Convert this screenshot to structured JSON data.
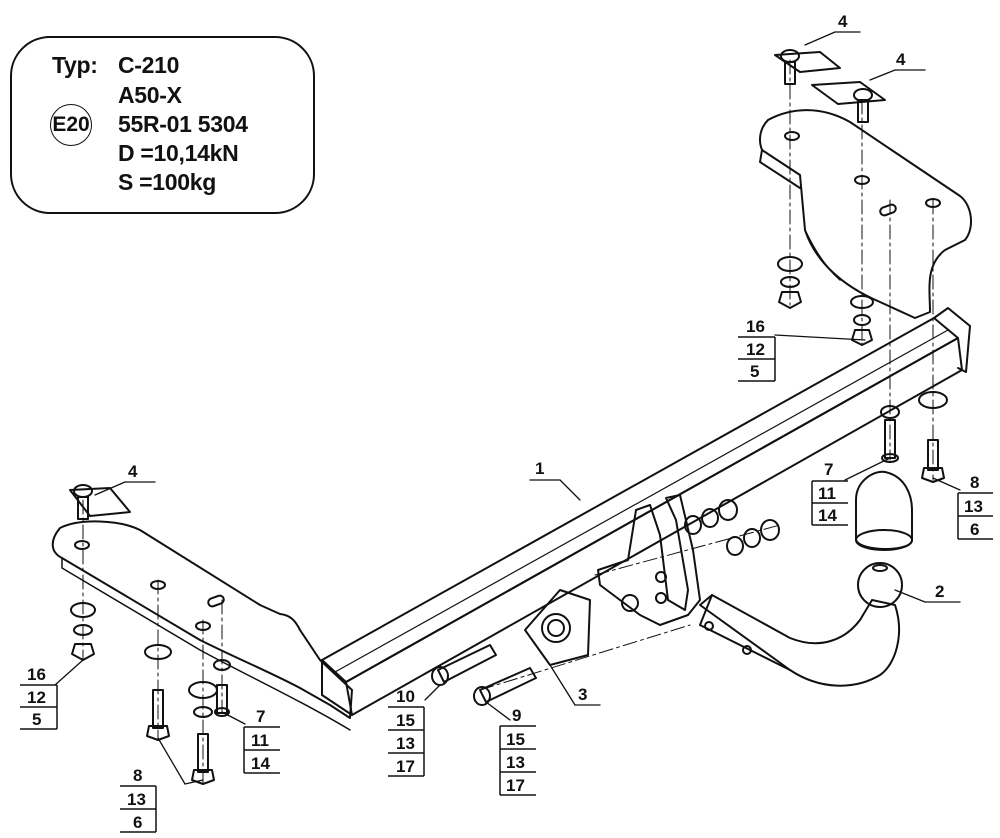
{
  "info": {
    "typ_label": "Typ:",
    "typ_value": "C-210",
    "variant": "A50-X",
    "approval_mark": "E20",
    "approval_number": "55R-01 5304",
    "d_value": "D =10,14kN",
    "s_value": "S =100kg"
  },
  "callouts": [
    {
      "id": "ref-4a",
      "labels": [
        "4"
      ]
    },
    {
      "id": "ref-4b",
      "labels": [
        "4"
      ]
    },
    {
      "id": "ref-4c",
      "labels": [
        "4"
      ]
    },
    {
      "id": "ref-1",
      "labels": [
        "1"
      ]
    },
    {
      "id": "ref-2",
      "labels": [
        "2"
      ]
    },
    {
      "id": "ref-3",
      "labels": [
        "3"
      ]
    },
    {
      "id": "stack-16-12-5-right",
      "labels": [
        "16",
        "12",
        "5"
      ]
    },
    {
      "id": "stack-16-12-5-left",
      "labels": [
        "16",
        "12",
        "5"
      ]
    },
    {
      "id": "stack-7-11-14-right",
      "labels": [
        "7",
        "11",
        "14"
      ]
    },
    {
      "id": "stack-7-11-14-left",
      "labels": [
        "7",
        "11",
        "14"
      ]
    },
    {
      "id": "stack-8-13-6-right",
      "labels": [
        "8",
        "13",
        "6"
      ]
    },
    {
      "id": "stack-8-13-6-left",
      "labels": [
        "8",
        "13",
        "6"
      ]
    },
    {
      "id": "stack-10-15-13-17",
      "labels": [
        "10",
        "15",
        "13",
        "17"
      ]
    },
    {
      "id": "stack-9-15-13-17",
      "labels": [
        "9",
        "15",
        "13",
        "17"
      ]
    }
  ]
}
